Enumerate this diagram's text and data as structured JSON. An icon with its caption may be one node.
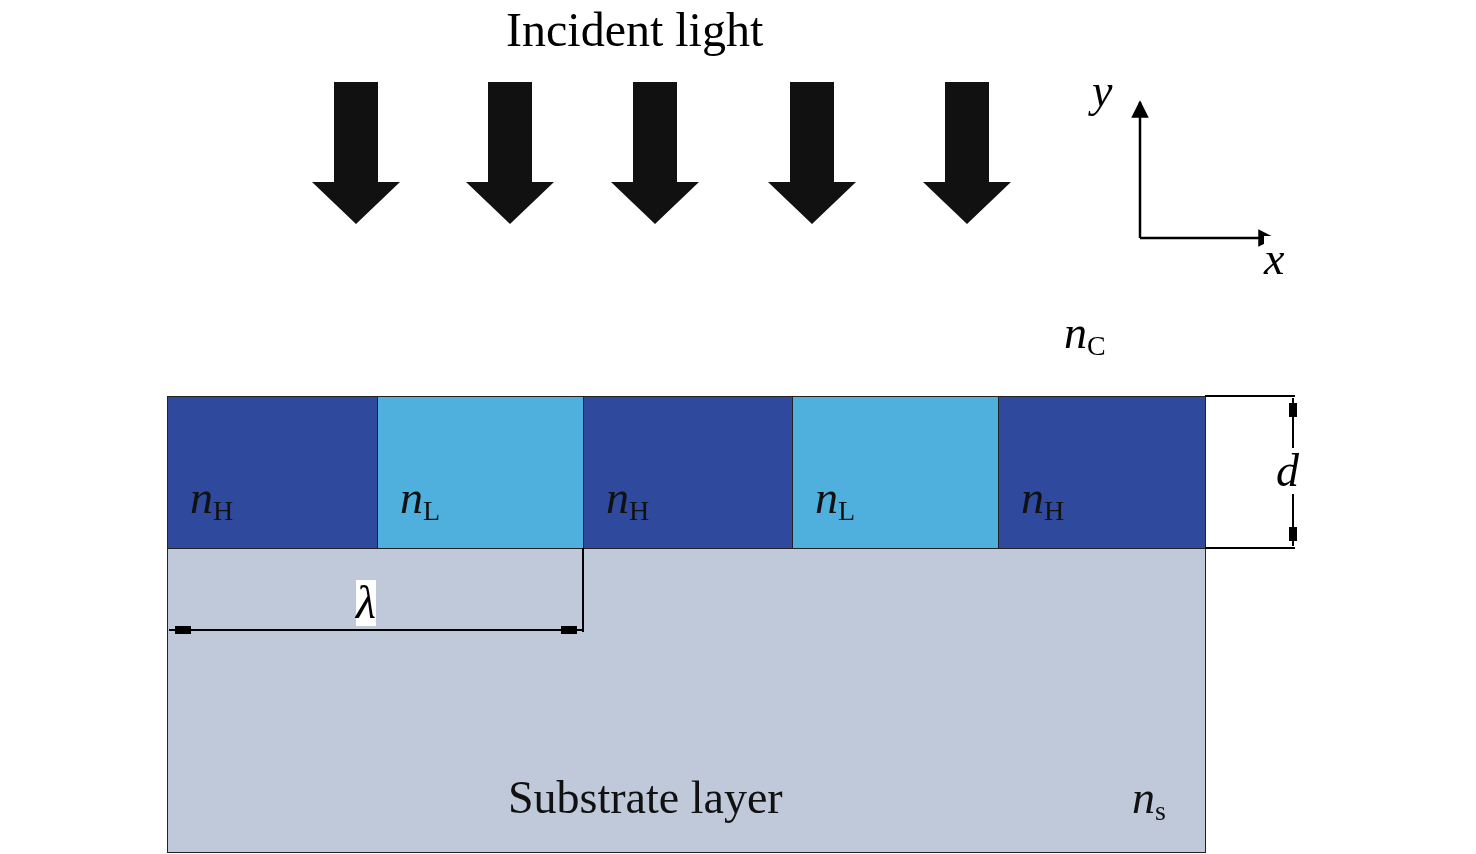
{
  "diagram": {
    "title": "Incident light",
    "nodes": [
      {
        "text": [
          "*n*$_{H}$"
        ]
      },
      {
        "text": [
          "*n*$_{L}$"
        ]
      },
      {
        "text": [
          "*n*$_{H}$"
        ]
      },
      {
        "text": [
          "*n*$_{L}$"
        ]
      },
      {
        "text": [
          "*n*$_{H}$"
        ]
      },
      {
        "text": [
          "Substrate layer",
          "*n*$_{s}$"
        ]
      }
    ],
    "labels": [
      "*y*",
      "*x*",
      "*n*$_{C}$",
      "*d*",
      "*λ*"
    ]
  }
}
